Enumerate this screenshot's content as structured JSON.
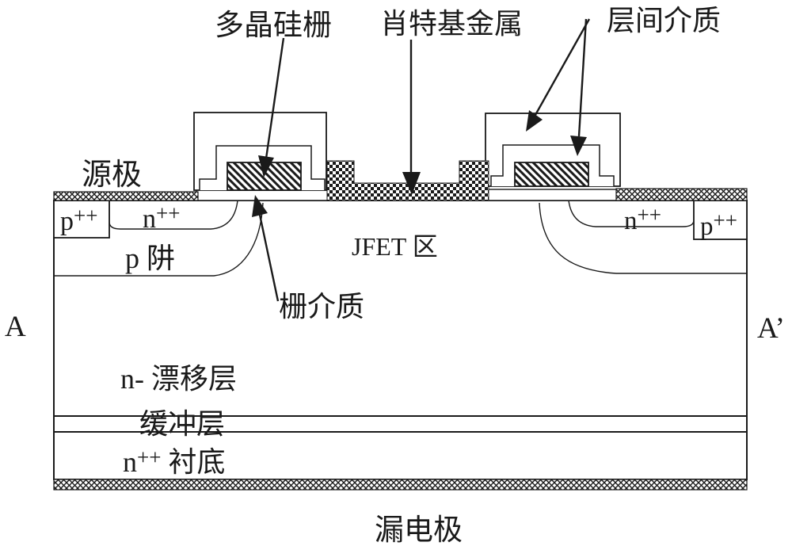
{
  "figure": {
    "type": "semiconductor-device-cross-section",
    "colors": {
      "ink": "#1a1a1a",
      "background": "#ffffff"
    }
  },
  "labels": {
    "poly_gate": "多晶硅栅",
    "schottky_metal": "肖特基金属",
    "interlayer_dielectric": "层间介质",
    "source": "源极",
    "gate_dielectric": "栅介质",
    "jfet_region": "JFET 区",
    "p_well": "p 阱",
    "section_a": "A",
    "section_a_prime": "A’",
    "drift_layer": "n- 漂移层",
    "buffer_layer": "缓冲层",
    "substrate": {
      "base": "n",
      "sup": "++",
      "rest": " 衬底"
    },
    "drain": "漏电极",
    "p_plus_left": {
      "base": "p",
      "sup": "++"
    },
    "n_plus_left": {
      "base": "n",
      "sup": "++"
    },
    "n_plus_right": {
      "base": "n",
      "sup": "++"
    },
    "p_plus_right": {
      "base": "p",
      "sup": "++"
    }
  }
}
